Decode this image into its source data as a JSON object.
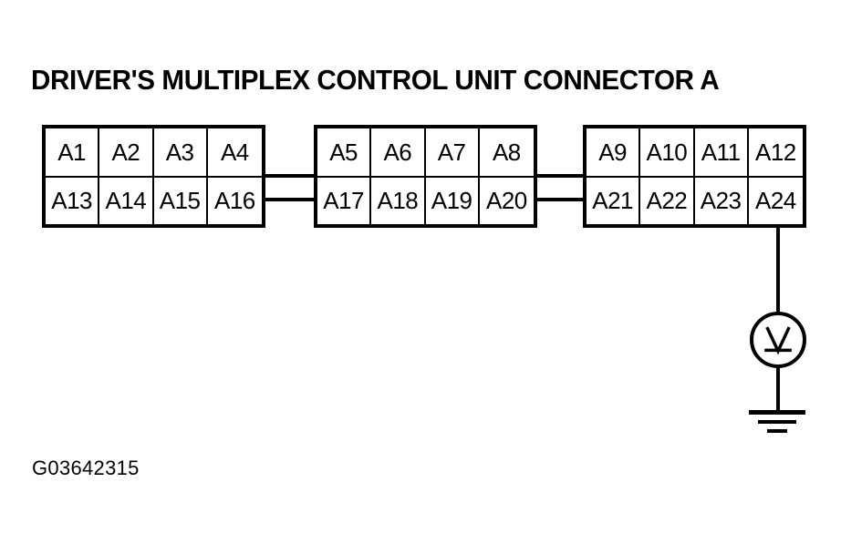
{
  "title": "DRIVER'S MULTIPLEX CONTROL UNIT CONNECTOR A",
  "caption": "G03642315",
  "colors": {
    "background": "#ffffff",
    "line": "#000000",
    "text": "#000000"
  },
  "connectors": [
    {
      "id": "block-1",
      "name": "connector-block-left",
      "top_row": [
        "A1",
        "A2",
        "A3",
        "A4"
      ],
      "bottom_row": [
        "A13",
        "A14",
        "A15",
        "A16"
      ]
    },
    {
      "id": "block-2",
      "name": "connector-block-middle",
      "top_row": [
        "A5",
        "A6",
        "A7",
        "A8"
      ],
      "bottom_row": [
        "A17",
        "A18",
        "A19",
        "A20"
      ]
    },
    {
      "id": "block-3",
      "name": "connector-block-right",
      "top_row": [
        "A9",
        "A10",
        "A11",
        "A12"
      ],
      "bottom_row": [
        "A21",
        "A22",
        "A23",
        "A24"
      ]
    }
  ],
  "instrument": {
    "type": "voltmeter",
    "symbol_label": "V",
    "connected_pin": "A24",
    "grounded": true
  },
  "wires": [
    {
      "name": "link-block1-block2-upper",
      "from": "A16",
      "to": "A17"
    },
    {
      "name": "link-block1-block2-lower",
      "from": "A16",
      "to": "A17"
    },
    {
      "name": "link-block2-block3-upper",
      "from": "A20",
      "to": "A21"
    },
    {
      "name": "link-block2-block3-lower",
      "from": "A20",
      "to": "A21"
    },
    {
      "name": "meter-lead",
      "from": "A24",
      "to": "voltmeter"
    },
    {
      "name": "ground-lead",
      "from": "voltmeter",
      "to": "ground"
    }
  ]
}
